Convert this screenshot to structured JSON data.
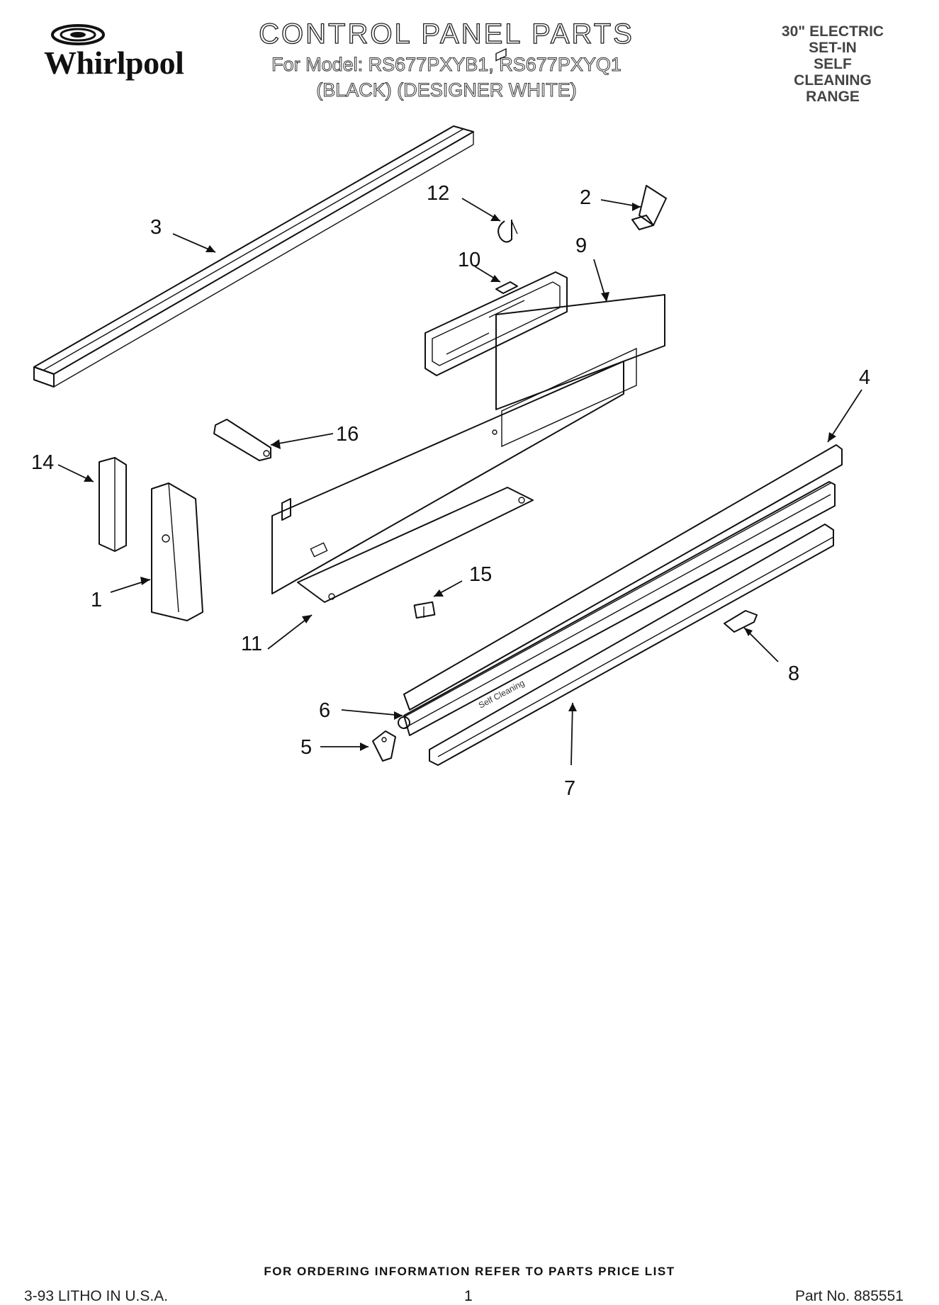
{
  "header": {
    "brand": "Whirlpool",
    "title": "CONTROL PANEL PARTS",
    "model_line": "For Model: RS677PXYB1, RS677PXYQ1",
    "color_line": "(BLACK) (DESIGNER WHITE)",
    "corner_lines": [
      "30\" ELECTRIC",
      "SET-IN",
      "SELF",
      "CLEANING",
      "RANGE"
    ]
  },
  "parts": {
    "callouts": [
      "1",
      "2",
      "3",
      "4",
      "5",
      "6",
      "7",
      "8",
      "9",
      "10",
      "11",
      "12",
      "14",
      "15",
      "16"
    ],
    "trim_text": "Self Cleaning"
  },
  "footer": {
    "ordering": "FOR ORDERING INFORMATION REFER TO PARTS PRICE LIST",
    "litho": "3-93 LITHO IN U.S.A.",
    "page": "1",
    "part_no": "Part No. 885551"
  }
}
